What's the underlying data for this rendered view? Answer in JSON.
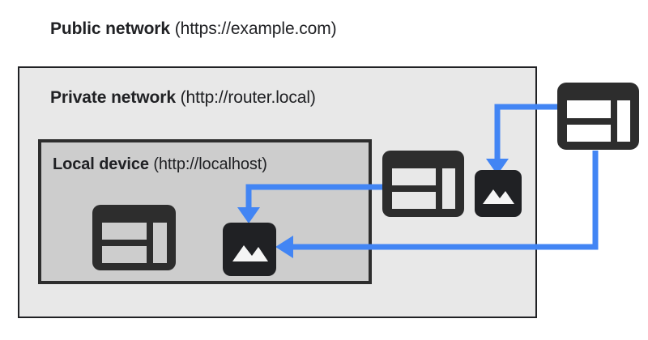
{
  "diagram": {
    "type": "network-boundary-diagram",
    "background_color": "#ffffff",
    "accent_color": "#4285f4",
    "zones": [
      {
        "id": "public",
        "name_bold": "Public network",
        "url": "(https://example.com)",
        "fill_color": "#ffffff",
        "border_color": "#ffffff"
      },
      {
        "id": "private",
        "name_bold": "Private network",
        "url": "(http://router.local)",
        "fill_color": "#e8e8e8",
        "border_color": "#202124"
      },
      {
        "id": "local",
        "name_bold": "Local device",
        "url": "(http://localhost)",
        "fill_color": "#cdcdcd",
        "border_color": "#2d2d2d"
      }
    ],
    "icons": [
      {
        "id": "browser-local",
        "kind": "browser-window-icon",
        "zone": "local",
        "color": "#2d2d2d"
      },
      {
        "id": "image-local",
        "kind": "image-icon",
        "zone": "local",
        "color": "#202124"
      },
      {
        "id": "browser-private",
        "kind": "browser-window-icon",
        "zone": "private",
        "color": "#2d2d2d"
      },
      {
        "id": "image-private",
        "kind": "image-icon",
        "zone": "private",
        "color": "#202124"
      },
      {
        "id": "browser-public",
        "kind": "browser-window-icon",
        "zone": "public",
        "color": "#2d2d2d"
      }
    ],
    "arrows": [
      {
        "id": "arrow-public-to-private-image",
        "from": "browser-public",
        "to": "image-private",
        "color": "#4285f4"
      },
      {
        "id": "arrow-public-to-local-image",
        "from": "browser-public",
        "to": "image-local",
        "color": "#4285f4"
      },
      {
        "id": "arrow-private-to-local-image",
        "from": "browser-private",
        "to": "image-local",
        "color": "#4285f4"
      }
    ]
  }
}
